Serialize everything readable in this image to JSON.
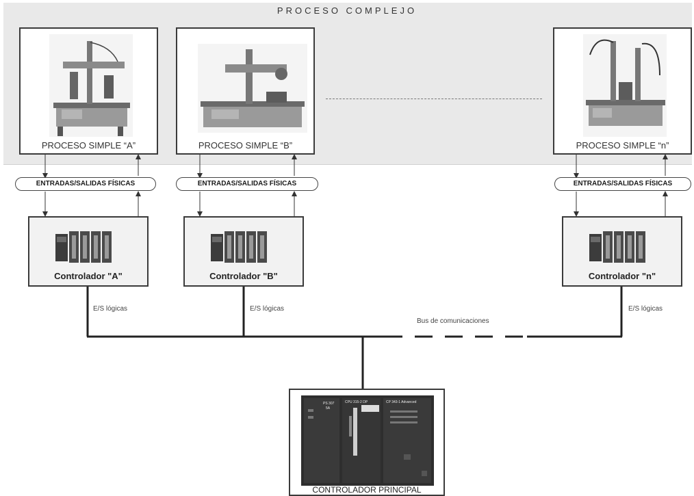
{
  "complex": {
    "title": "PROCESO   COMPLEJO"
  },
  "processes": [
    {
      "label": "PROCESO SIMPLE “A”"
    },
    {
      "label": "PROCESO SIMPLE “B”"
    },
    {
      "label": "PROCESO SIMPLE “n”"
    }
  ],
  "io_label": "ENTRADAS/SALIDAS FÍSICAS",
  "controllers": [
    {
      "label": "Controlador \"A\""
    },
    {
      "label": "Controlador \"B\""
    },
    {
      "label": "Controlador \"n\""
    }
  ],
  "logic_io_label": "E/S lógicas",
  "bus_label": "Bus de comunicaciones",
  "main_controller": {
    "label": "CONTROLADOR PRINCIPAL",
    "screen_texts": [
      "PS 307",
      "5A",
      "CPU 315-2 DP",
      "CP 343-1 Advanced"
    ]
  }
}
